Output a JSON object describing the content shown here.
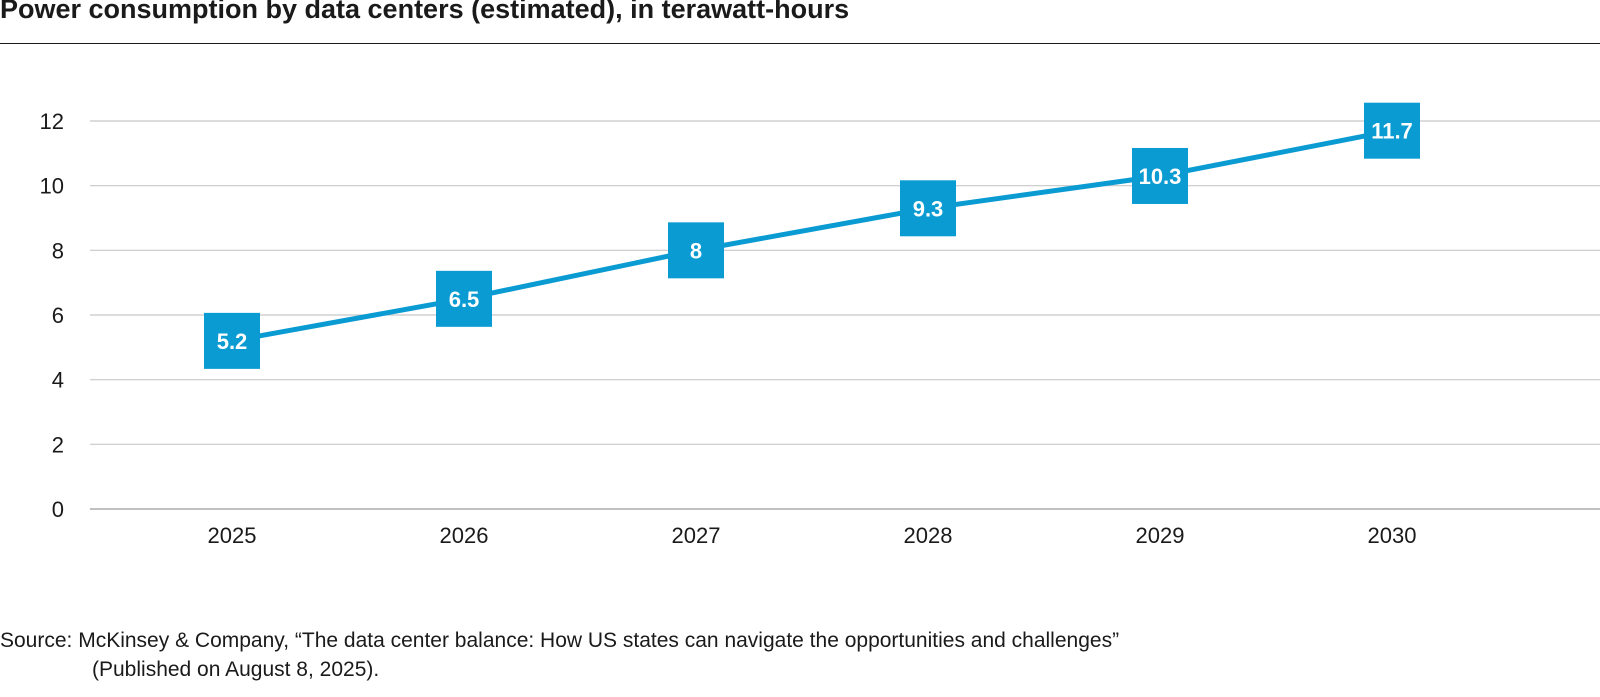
{
  "chart_data": {
    "type": "line",
    "title": "Power consumption by data centers (estimated), in terawatt-hours",
    "categories": [
      "2025",
      "2026",
      "2027",
      "2028",
      "2029",
      "2030"
    ],
    "series": [
      {
        "values": [
          5.2,
          6.5,
          8,
          9.3,
          10.3,
          11.7
        ],
        "labels": [
          "5.2",
          "6.5",
          "8",
          "9.3",
          "10.3",
          "11.7"
        ]
      }
    ],
    "ylim": [
      0,
      12
    ],
    "yticks": [
      "0",
      "2",
      "4",
      "6",
      "8",
      "10",
      "12"
    ],
    "grid": true,
    "color": "#0a9bd2"
  },
  "source": {
    "line1": "Source: McKinsey & Company, “The data center balance: How US states can navigate the opportunities and challenges”",
    "line2": "(Published on August 8, 2025)."
  }
}
